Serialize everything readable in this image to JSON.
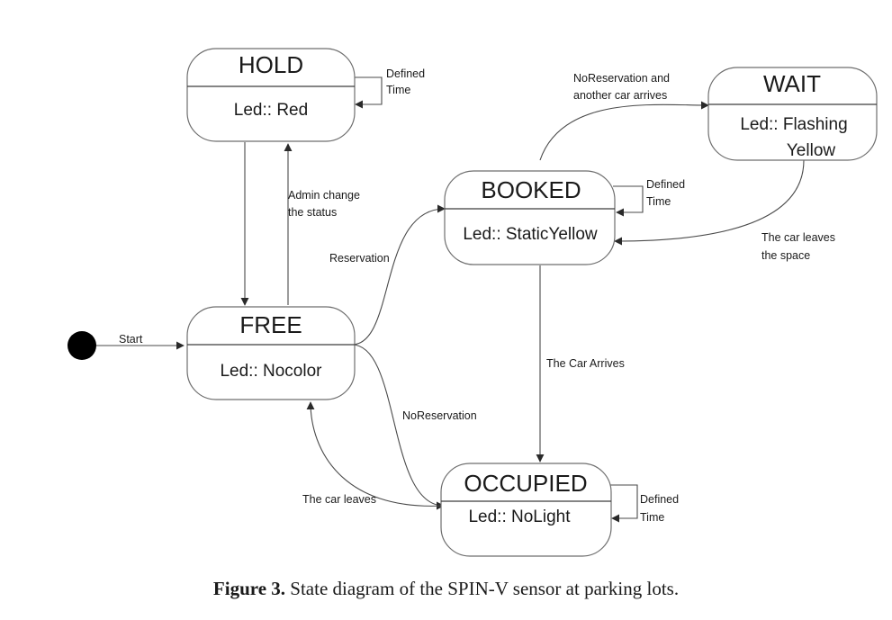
{
  "states": {
    "hold": {
      "title": "HOLD",
      "body": "Led:: Red"
    },
    "free": {
      "title": "FREE",
      "body": "Led:: Nocolor"
    },
    "booked": {
      "title": "BOOKED",
      "body": "Led:: StaticYellow"
    },
    "wait": {
      "title": "WAIT",
      "body_line1": "Led:: Flashing",
      "body_line2": "Yellow"
    },
    "occupied": {
      "title": "OCCUPIED",
      "body": "Led:: NoLight"
    }
  },
  "transitions": {
    "start": "Start",
    "hold_self_1": "Defined",
    "hold_self_2": "Time",
    "admin_1": "Admin change",
    "admin_2": "the status",
    "reservation": "Reservation",
    "booked_self_1": "Defined",
    "booked_self_2": "Time",
    "noreservation_arrives_1": "NoReservation and",
    "noreservation_arrives_2": "another car arrives",
    "car_leaves_space_1": "The car leaves",
    "car_leaves_space_2": "the space",
    "car_arrives": "The Car Arrives",
    "noreservation": "NoReservation",
    "car_leaves": "The car leaves",
    "occupied_self_1": "Defined",
    "occupied_self_2": "Time"
  },
  "caption": {
    "label": "Figure 3.",
    "text": " State diagram of the SPIN-V sensor at parking lots."
  }
}
